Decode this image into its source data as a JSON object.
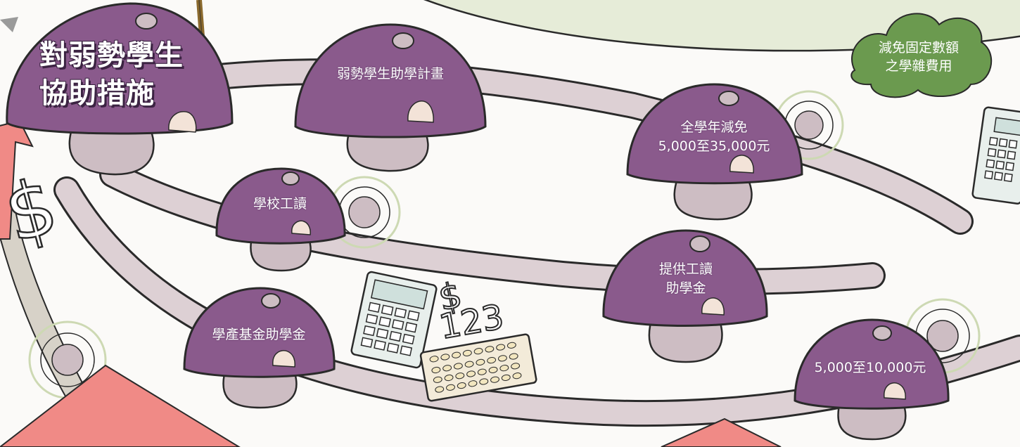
{
  "title": {
    "line1": "對弱勢學生",
    "line2": "協助措施"
  },
  "measures": [
    {
      "line1": "弱勢學生助學計畫",
      "line2": ""
    },
    {
      "line1": "全學年減免",
      "line2": "5,000至35,000元"
    },
    {
      "line1": "學校工讀",
      "line2": ""
    },
    {
      "line1": "提供工讀",
      "line2": "助學金"
    },
    {
      "line1": "學產基金助學金",
      "line2": ""
    },
    {
      "line1": "5,000至10,000元",
      "line2": ""
    }
  ],
  "cloud": {
    "line1": "減免固定數額",
    "line2": "之學雜費用"
  },
  "doodle_text": {
    "dollar": "$",
    "numbers": "123"
  },
  "colors": {
    "mushroom_cap": "#8a5a8c",
    "mushroom_stem": "#cdbdc3",
    "path": "#ddd0d4",
    "cloud": "#6b9a4f",
    "arrow": "#f08a86",
    "outline": "#2a2a2a"
  }
}
